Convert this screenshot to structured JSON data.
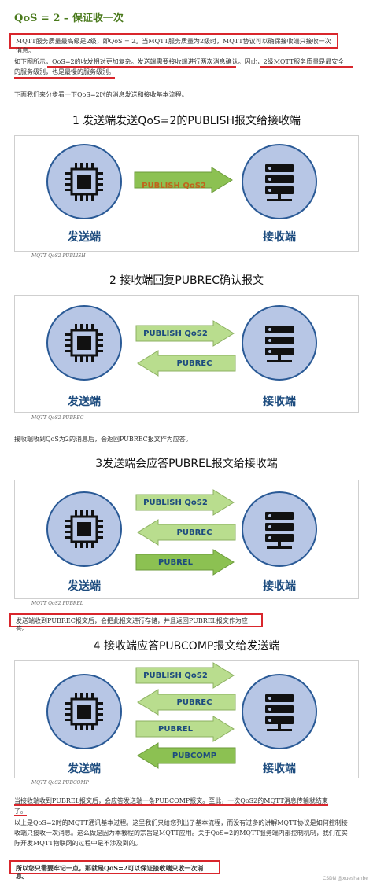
{
  "title": "QoS = 2 – 保证收一次",
  "intro_text": "MQTT服务质量最高级是2级，即QoS = 2。当MQTT服务质量为2级时，MQTT协议可以确保接收端只接收一次消息。",
  "para2_lines": [
    "如下图所示，QoS=2的收发相对更加复杂。发送端需要接收端进行两次消息确认。因此，2级MQTT服务质量是最安全",
    "的服务级别，也是最慢的服务级别。"
  ],
  "para3": "下面我们来分步看一下QoS=2时的消息发送和接收基本流程。",
  "sender_label": "发送端",
  "receiver_label": "接收端",
  "colors": {
    "title_green": "#4a7a1c",
    "highlight_red": "#d9262c",
    "node_fill": "#b7c6e5",
    "node_stroke": "#2a5a96",
    "arrow_green": "#8cc152",
    "arrow_green_light": "#b9dd8e",
    "label_orange": "#c0641c",
    "label_blue": "#1c4b7e"
  },
  "steps": [
    {
      "heading": "1 发送端发送QoS=2的PUBLISH报文给接收端",
      "caption": "MQTT QoS2 PUBLISH",
      "arrows": [
        {
          "label": "PUBLISH QoS2",
          "dir": "right"
        }
      ]
    },
    {
      "heading": "2 接收端回复PUBREC确认报文",
      "caption": "MQTT QoS2 PUBREC",
      "arrows": [
        {
          "label": "PUBLISH QoS2",
          "dir": "right"
        },
        {
          "label": "PUBREC",
          "dir": "left"
        }
      ]
    },
    {
      "heading": "3发送端会应答PUBREL报文给接收端",
      "caption": "MQTT QoS2 PUBREL",
      "arrows": [
        {
          "label": "PUBLISH QoS2",
          "dir": "right"
        },
        {
          "label": "PUBREC",
          "dir": "left"
        },
        {
          "label": "PUBREL",
          "dir": "right"
        }
      ]
    },
    {
      "heading": "4 接收端应答PUBCOMP报文给发送端",
      "caption": "MQTT QoS2 PUBCOMP",
      "arrows": [
        {
          "label": "PUBLISH QoS2",
          "dir": "right"
        },
        {
          "label": "PUBREC",
          "dir": "left"
        },
        {
          "label": "PUBREL",
          "dir": "right"
        },
        {
          "label": "PUBCOMP",
          "dir": "left"
        }
      ]
    }
  ],
  "note_after_step2": "接收端收到QoS为2的消息后，会返回PUBREC报文作为应答。",
  "note_after_step3": "发送端收到PUBREC报文后，会把此报文进行存储，并且返回PUBREL报文作为应答。",
  "note_after_step4": "当接收端收到PUBREL报文后，会应答发送端一条PUBCOMP报文。至此，一次QoS2的MQTT消息传输就结束了。",
  "summary_lines": [
    "以上是QoS=2时的MQTT通讯基本过程。这里我们只给您列出了基本流程，而没有过多的讲解MQTT协议是如何控制接",
    "收端只接收一次消息。这么做是因为本教程的宗旨是MQTT应用。关于QoS=2的MQTT服务端内部控制机制，我们在实",
    "际开发MQTT物联网的过程中是不涉及到的。"
  ],
  "final_note": "所以您只需要牢记一点，那就是QoS=2可以保证接收端只收一次消息。",
  "watermark": "CSDN @xueshanbe"
}
